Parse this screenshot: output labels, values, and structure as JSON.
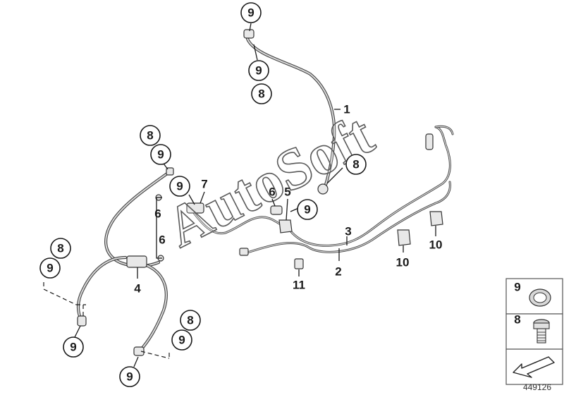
{
  "callouts": [
    "9",
    "9",
    "8",
    "1",
    "8",
    "9",
    "9",
    "7",
    "6",
    "6",
    "8",
    "9",
    "4",
    "9",
    "8",
    "9",
    "9",
    "6",
    "5",
    "9",
    "8",
    "3",
    "2",
    "11",
    "10",
    "10"
  ],
  "legend": {
    "items": [
      "9",
      "8"
    ]
  },
  "watermark": "AutoSoft",
  "document_number": "449126"
}
